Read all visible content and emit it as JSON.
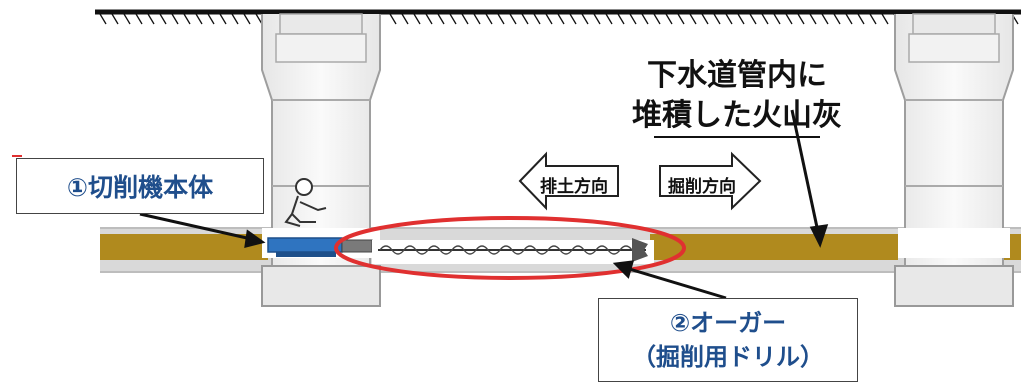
{
  "labels": {
    "machine_body": "①切削機本体",
    "auger_line1": "②オーガー",
    "auger_line2": "（掘削用ドリル）",
    "ash_line1": "下水道管内に",
    "ash_line2": "堆積した火山灰",
    "discharge_direction": "排土方向",
    "excavation_direction": "掘削方向"
  },
  "colors": {
    "ash": "#b08a1e",
    "machine_base": "#2f74c0",
    "highlight_ellipse": "#e03030",
    "label_text": "#1f4e8c"
  },
  "icons": {
    "worker": "worker-figure-icon",
    "auger": "auger-drill-icon"
  }
}
